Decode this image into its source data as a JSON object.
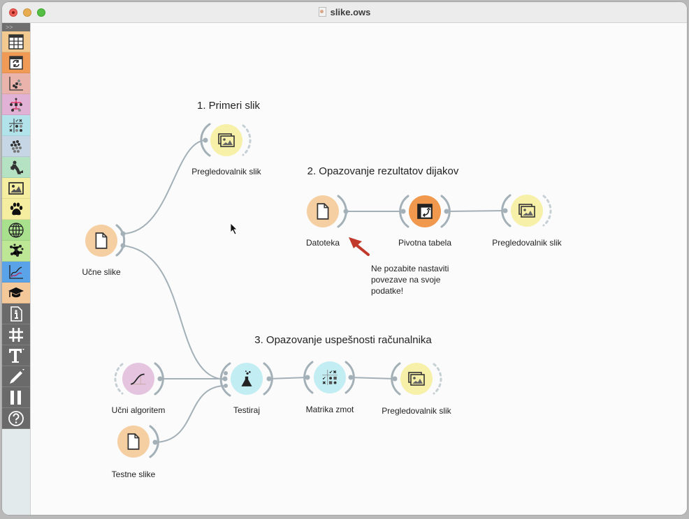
{
  "window": {
    "title": "slike.ows"
  },
  "toolbox": {
    "expand_label": ">>",
    "categories": [
      {
        "name": "data",
        "icon": "table-icon",
        "color": "#f2c98f"
      },
      {
        "name": "transform",
        "icon": "pivot-icon",
        "color": "#f19a55"
      },
      {
        "name": "visualize",
        "icon": "scatter-icon",
        "color": "#eab4ac"
      },
      {
        "name": "model",
        "icon": "tree-icon",
        "color": "#e2b2d6"
      },
      {
        "name": "evaluate",
        "icon": "confusion-icon",
        "color": "#b3e3ea"
      },
      {
        "name": "unsupervised",
        "icon": "cluster-icon",
        "color": "#c6d6e5"
      },
      {
        "name": "prototypes",
        "icon": "construction-icon",
        "color": "#b5e2c2"
      },
      {
        "name": "image-analytics",
        "icon": "image-icon",
        "color": "#f5ed9f"
      },
      {
        "name": "bioinformatics",
        "icon": "paw-icon",
        "color": "#f5ed9f"
      },
      {
        "name": "geo",
        "icon": "globe-icon",
        "color": "#a9e08e"
      },
      {
        "name": "network",
        "icon": "network-icon",
        "color": "#bde795"
      },
      {
        "name": "timeseries",
        "icon": "chart-line-icon",
        "color": "#5aa3e8"
      },
      {
        "name": "educational",
        "icon": "graduation-cap-icon",
        "color": "#f5c89a"
      }
    ],
    "tools": [
      {
        "name": "info",
        "icon": "info-icon"
      },
      {
        "name": "grid",
        "icon": "hash-icon"
      },
      {
        "name": "text",
        "icon": "text-icon"
      },
      {
        "name": "arrow",
        "icon": "pen-arrow-icon"
      },
      {
        "name": "pause",
        "icon": "pause-icon"
      },
      {
        "name": "help",
        "icon": "help-icon"
      }
    ]
  },
  "canvas": {
    "groups": [
      {
        "title": "1. Primeri slik"
      },
      {
        "title": "2. Opazovanje rezultatov dijakov"
      },
      {
        "title": "3. Opazovanje uspešnosti računalnika"
      }
    ],
    "nodes": [
      {
        "id": "ucne-slike",
        "label": "Učne slike",
        "icon": "file-icon",
        "color": "#f5cfa2"
      },
      {
        "id": "pregledovalnik-1",
        "label": "Pregledovalnik slik",
        "icon": "image-viewer-icon",
        "color": "#f6f0a8"
      },
      {
        "id": "datoteka",
        "label": "Datoteka",
        "icon": "file-icon",
        "color": "#f5cfa2"
      },
      {
        "id": "pivotna",
        "label": "Pivotna tabela",
        "icon": "pivot-icon",
        "color": "#f0994e"
      },
      {
        "id": "pregledovalnik-2",
        "label": "Pregledovalnik slik",
        "icon": "image-viewer-icon",
        "color": "#f6f0a8"
      },
      {
        "id": "ucni-algoritem",
        "label": "Učni algoritem",
        "icon": "sigmoid-icon",
        "color": "#e4c4de"
      },
      {
        "id": "testne-slike",
        "label": "Testne slike",
        "icon": "file-icon",
        "color": "#f5cfa2"
      },
      {
        "id": "testiraj",
        "label": "Testiraj",
        "icon": "flask-icon",
        "color": "#c2eef3"
      },
      {
        "id": "matrika",
        "label": "Matrika zmot",
        "icon": "confusion-matrix-icon",
        "color": "#c2eef3"
      },
      {
        "id": "pregledovalnik-3",
        "label": "Pregledovalnik slik",
        "icon": "image-viewer-icon",
        "color": "#f6f0a8"
      }
    ],
    "note": {
      "text_lines": [
        "Ne pozabite nastaviti",
        "povezave na svoje",
        "podatke!"
      ],
      "arrow_color": "#c0392b"
    },
    "link_color": "#a3b0b7"
  }
}
